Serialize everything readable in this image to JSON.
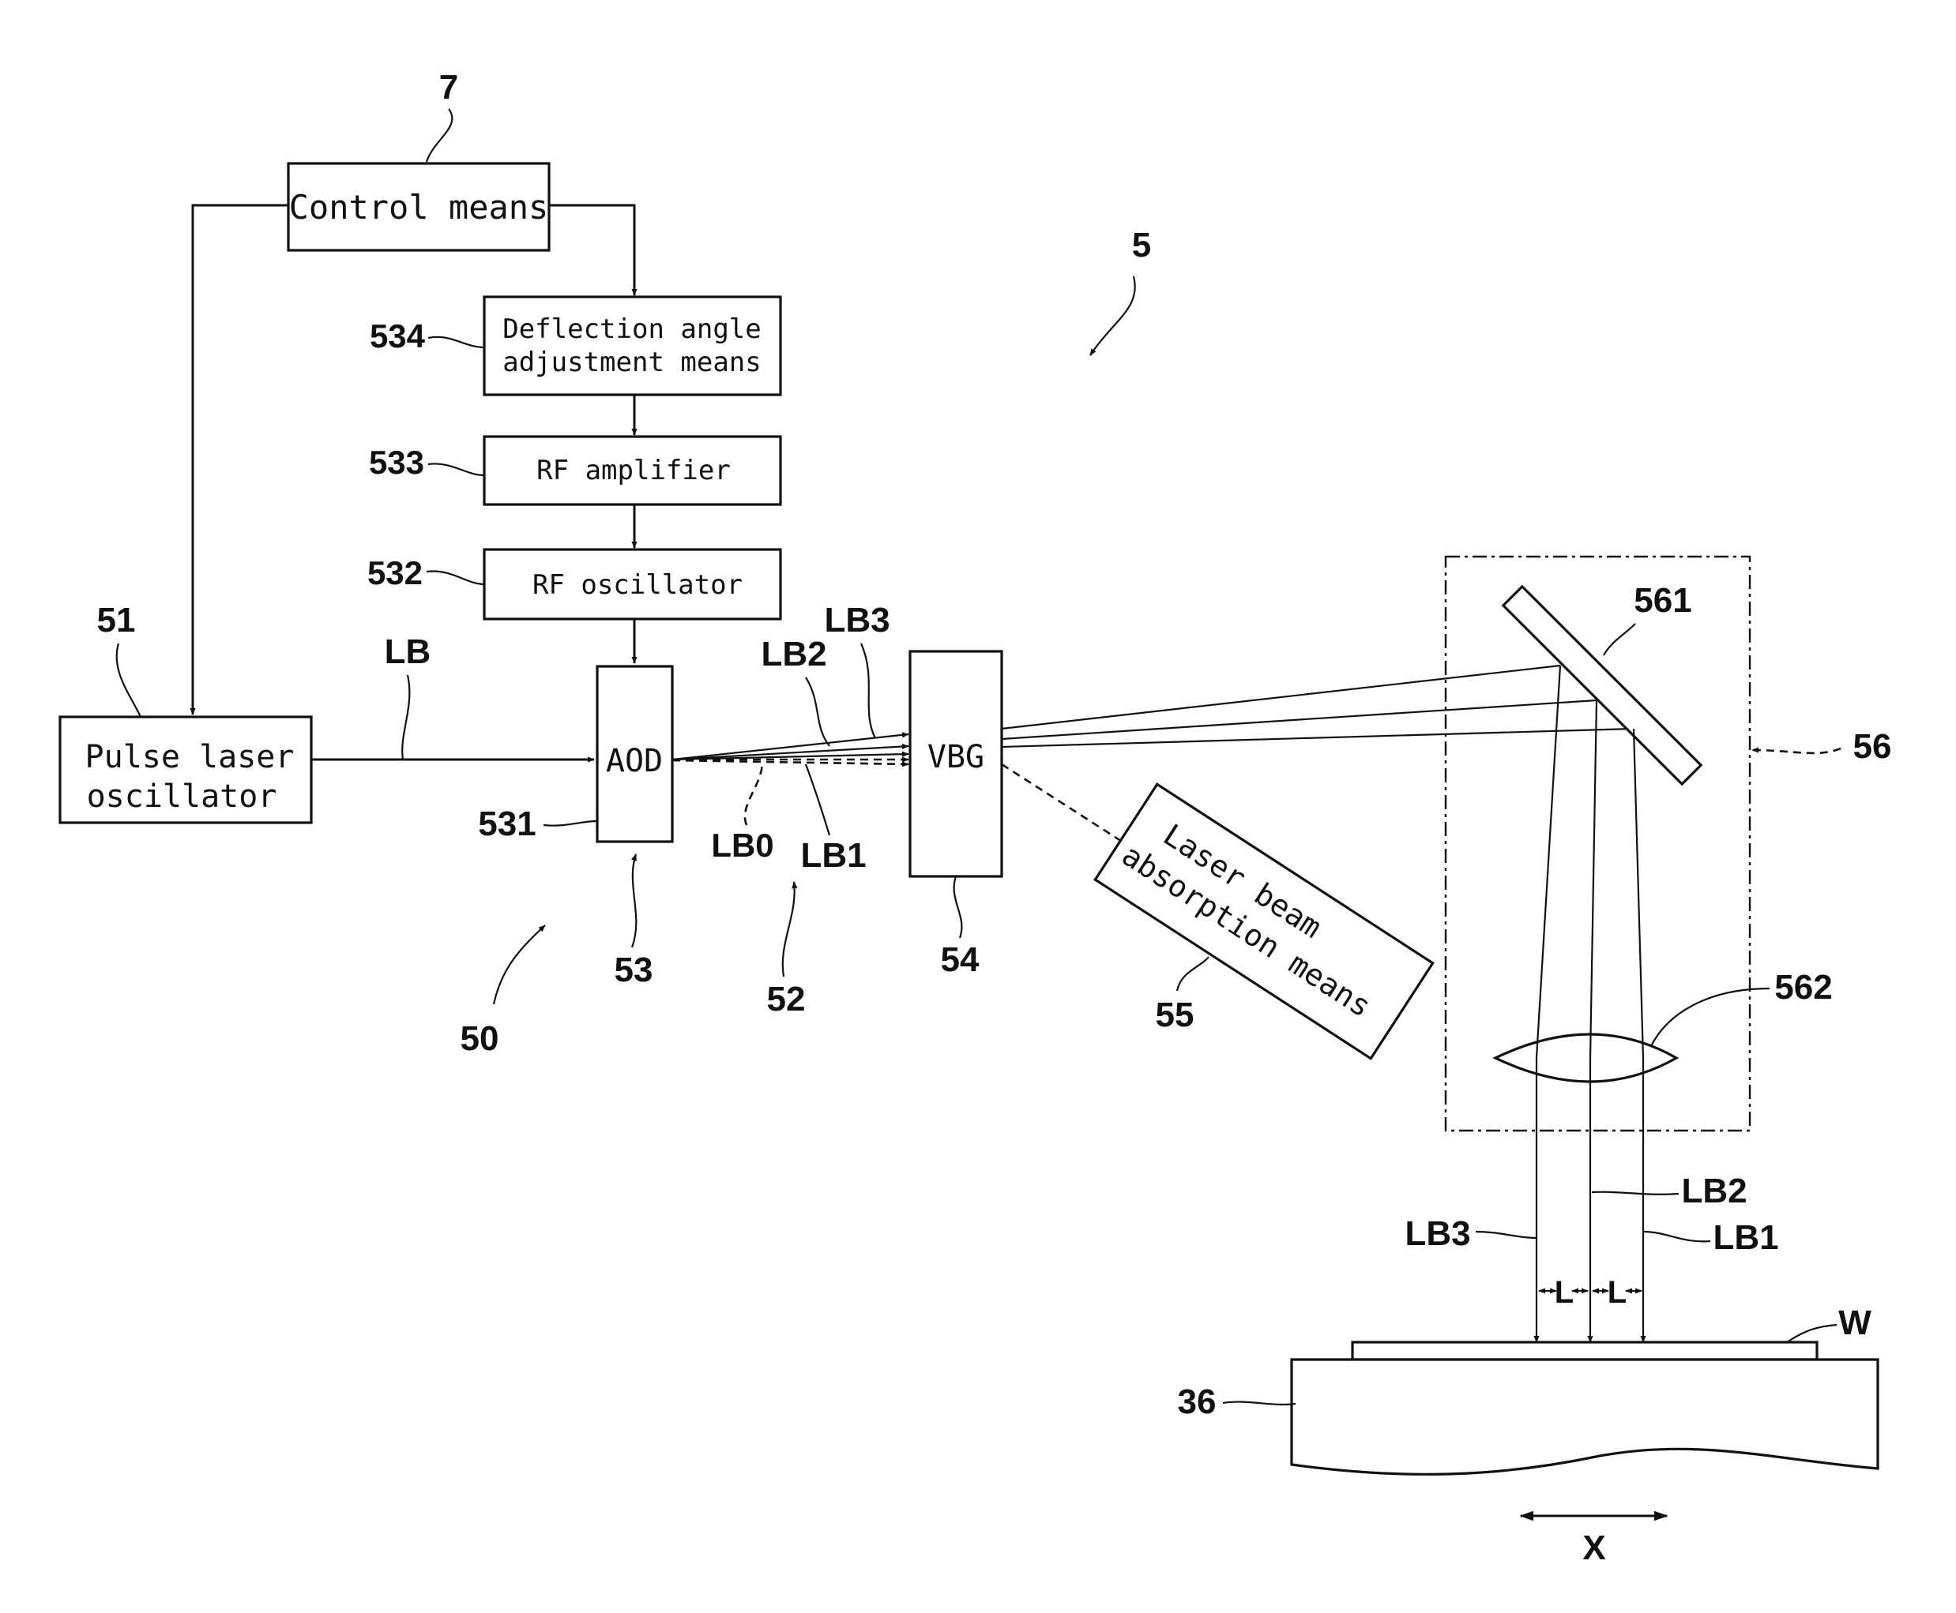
{
  "blocks": {
    "control": "Control means",
    "deflection_line1": "Deflection angle",
    "deflection_line2": "adjustment means",
    "rf_amplifier": "RF amplifier",
    "rf_oscillator": "RF oscillator",
    "aod": "AOD",
    "vbg": "VBG",
    "pulse_line1": "Pulse laser",
    "pulse_line2": "oscillator",
    "absorb_line1": "Laser beam",
    "absorb_line2": "absorption means"
  },
  "refs": {
    "r7": "7",
    "r5": "5",
    "r534": "534",
    "r533": "533",
    "r532": "532",
    "r531": "531",
    "r51": "51",
    "r53": "53",
    "r52": "52",
    "r50": "50",
    "r54": "54",
    "r55": "55",
    "r56": "56",
    "r561": "561",
    "r562": "562",
    "r36": "36",
    "rW": "W"
  },
  "beams": {
    "LB": "LB",
    "LB0": "LB0",
    "LB1_top": "LB1",
    "LB2_top": "LB2",
    "LB3_top": "LB3",
    "LB1_bottom": "LB1",
    "LB2_bottom": "LB2",
    "LB3_bottom": "LB3",
    "L_left": "L",
    "L_right": "L",
    "X": "X"
  }
}
